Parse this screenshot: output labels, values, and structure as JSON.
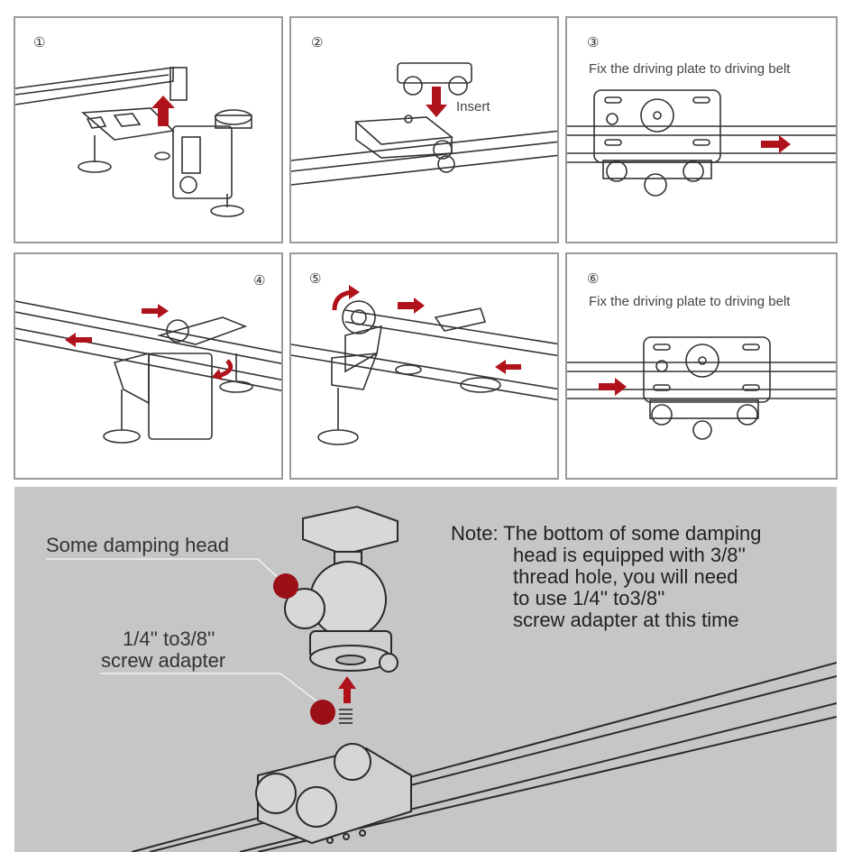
{
  "steps": [
    {
      "num": "①",
      "caption": ""
    },
    {
      "num": "②",
      "caption": "Insert"
    },
    {
      "num": "③",
      "caption": "Fix the driving plate to driving belt"
    },
    {
      "num": "④",
      "caption": ""
    },
    {
      "num": "⑤",
      "caption": ""
    },
    {
      "num": "⑥",
      "caption": "Fix the driving plate to driving belt"
    }
  ],
  "bottom": {
    "label_head": "Some damping head",
    "label_adapter_line1": "1/4'' to3/8''",
    "label_adapter_line2": "screw adapter",
    "note_lines": [
      "Note: The bottom of some damping",
      "head is equipped with 3/8''",
      "thread hole, you will need",
      "to use 1/4'' to3/8''",
      "screw adapter at this time"
    ]
  },
  "colors": {
    "arrow": "#b0121b",
    "marker": "#9b0f16",
    "panel_border": "#9a9a9a",
    "bottom_bg": "#c6c6c6"
  },
  "icons": [
    "up-arrow-icon",
    "down-arrow-icon",
    "right-arrow-icon",
    "left-arrow-icon",
    "rotate-arrow-icon"
  ]
}
